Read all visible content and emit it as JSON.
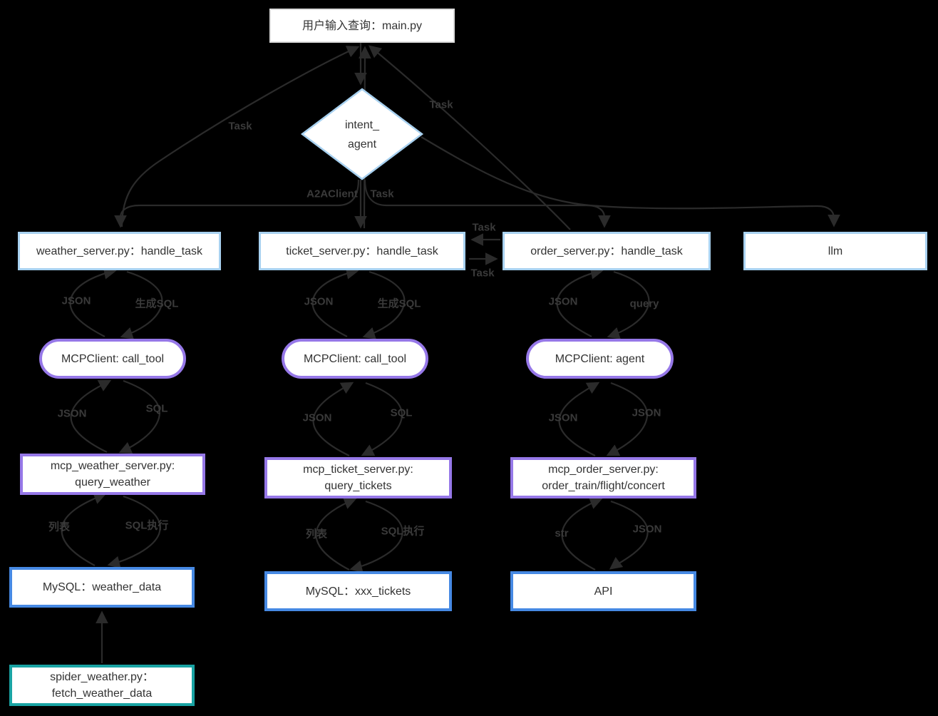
{
  "diagram": {
    "background": "#000000",
    "colors": {
      "node_fill": "#ffffff",
      "node_text": "#333333",
      "edge_line": "#2b2b2b",
      "edge_label_text": "#3a3a3a",
      "border_main": "#dcdcdc",
      "border_light_blue": "#a8d1f0",
      "border_purple": "#9678e8",
      "border_blue": "#4689e3",
      "border_teal": "#19a3a3"
    },
    "nodes": {
      "main_query": "用户输入查询：main.py",
      "intent_agent": "intent_\nagent",
      "weather_server": "weather_server.py：handle_task",
      "ticket_server": "ticket_server.py：handle_task",
      "order_server": "order_server.py：handle_task",
      "llm": "llm",
      "mcp_client_weather": "MCPClient: call_tool",
      "mcp_client_ticket": "MCPClient: call_tool",
      "mcp_client_order": "MCPClient: agent",
      "mcp_weather_server": "mcp_weather_server.py:\nquery_weather",
      "mcp_ticket_server": "mcp_ticket_server.py:\nquery_tickets",
      "mcp_order_server": "mcp_order_server.py:\norder_train/flight/concert",
      "mysql_weather": "MySQL：weather_data",
      "mysql_tickets": "MySQL：xxx_tickets",
      "api": "API",
      "spider_weather": "spider_weather.py：\nfetch_weather_data"
    },
    "edge_labels": {
      "task_weather_main": "Task",
      "task_order_main": "Task",
      "a2a_client": "A2AClient",
      "task_intent_ticket": "Task",
      "task_order_ticket": "Task",
      "task_ticket_order": "Task",
      "weather_json_up": "JSON",
      "weather_gen_sql": "生成SQL",
      "weather_json_up2": "JSON",
      "weather_sql": "SQL",
      "weather_list": "列表",
      "weather_sql_exec": "SQL执行",
      "ticket_json_up": "JSON",
      "ticket_gen_sql": "生成SQL",
      "ticket_json_up2": "JSON",
      "ticket_sql": "SQL",
      "ticket_list": "列表",
      "ticket_sql_exec": "SQL执行",
      "order_json_up": "JSON",
      "order_query": "query",
      "order_json_up2": "JSON",
      "order_json_down": "JSON",
      "order_str": "str",
      "order_json_api": "JSON"
    }
  }
}
